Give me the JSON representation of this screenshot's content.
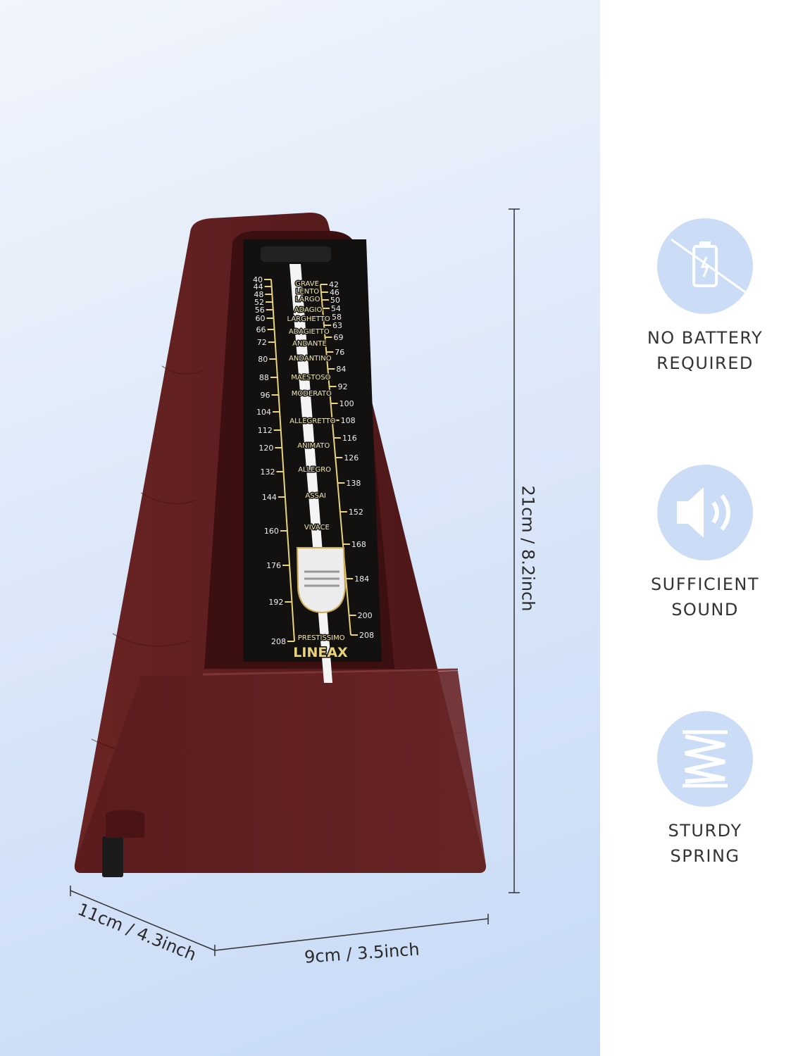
{
  "brand": "LINEAX",
  "dimensions": {
    "height": "21cm / 8.2inch",
    "depth": "11cm / 4.3inch",
    "width": "9cm / 3.5inch"
  },
  "scale": {
    "left_bpm": [
      40,
      44,
      48,
      52,
      56,
      60,
      66,
      72,
      80,
      88,
      96,
      104,
      112,
      120,
      132,
      144,
      160,
      176,
      192,
      208
    ],
    "right_bpm": [
      42,
      46,
      50,
      54,
      58,
      63,
      69,
      76,
      84,
      92,
      100,
      108,
      116,
      126,
      138,
      152,
      168,
      184,
      200,
      208
    ],
    "tempo_names": [
      "GRAVE",
      "LENTO",
      "LARGO",
      "ADAGIO",
      "LARGHETTO",
      "ADAGIETTO",
      "ANDANTE",
      "ANDANTINO",
      "MAESTOSO",
      "MODERATO",
      "ALLEGRETTO",
      "ANIMATO",
      "ALLEGRO",
      "ASSAI",
      "VIVACE",
      "PRESTISSIMO"
    ]
  },
  "features": [
    {
      "icon": "no-battery-icon",
      "line1": "NO BATTERY",
      "line2": "REQUIRED"
    },
    {
      "icon": "speaker-icon",
      "line1": "SUFFICIENT",
      "line2": "SOUND"
    },
    {
      "icon": "spring-icon",
      "line1": "STURDY",
      "line2": "SPRING"
    }
  ],
  "colors": {
    "wood": "#5e1f1f",
    "scale_bg": "#111111",
    "scale_gold": "#e8d27a",
    "icon_circle": "#cbdcf6"
  }
}
